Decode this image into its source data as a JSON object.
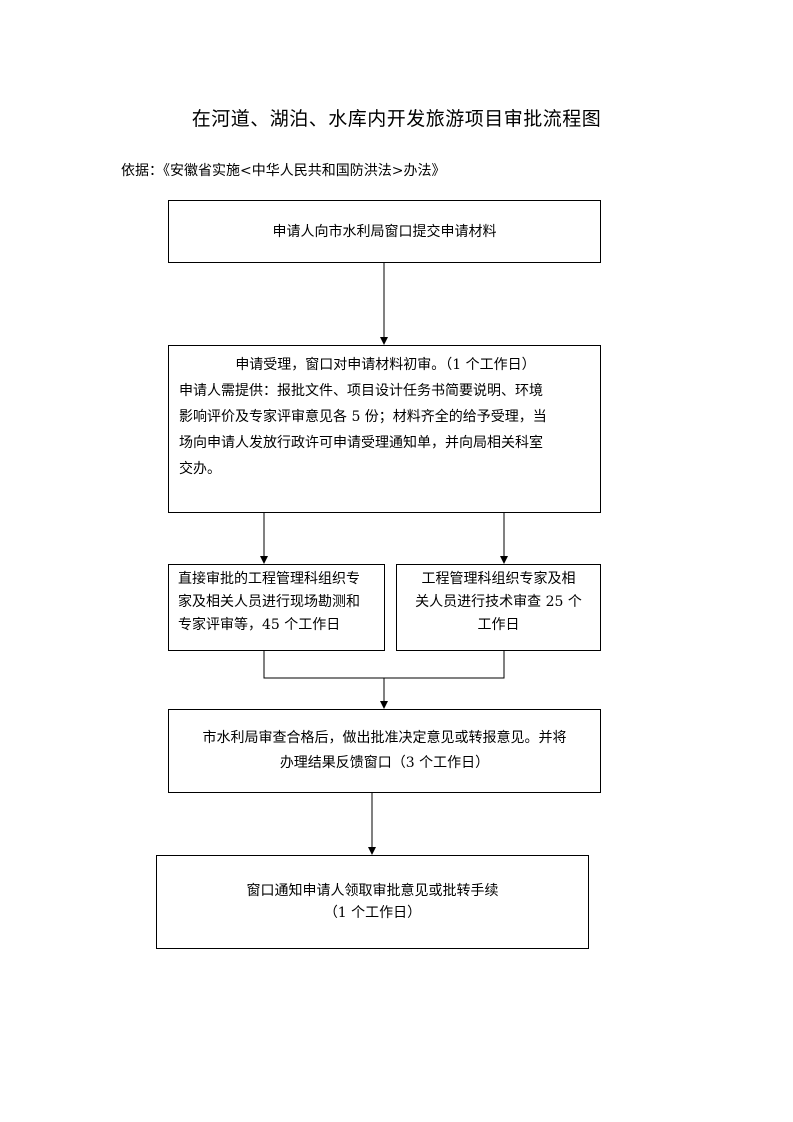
{
  "title": "在河道、湖泊、水库内开发旅游项目审批流程图",
  "basis": "依据：《安徽省实施<中华人民共和国防洪法>办法》",
  "steps": {
    "submit": "申请人向市水利局窗口提交申请材料",
    "accept_lines": [
      "申请受理，窗口对申请材料初审。（1 个工作日）",
      "申请人需提供：报批文件、项目设计任务书简要说明、环境",
      "影响评价及专家评审意见各 5 份；材料齐全的给予受理，当",
      "场向申请人发放行政许可申请受理通知单，并向局相关科室",
      "交办。"
    ],
    "onsite_lines": [
      "直接审批的工程管理科组织专",
      "家及相关人员进行现场勘测和",
      "专家评审等，45 个工作日"
    ],
    "tech_review_lines": [
      "工程管理科组织专家及相",
      "关人员进行技术审查 25 个",
      "工作日"
    ],
    "decision_lines": [
      "市水利局审查合格后，做出批准决定意见或转报意见。并将",
      "办理结果反馈窗口（3 个工作日）"
    ],
    "notify_lines": [
      "窗口通知申请人领取审批意见或批转手续",
      "（1 个工作日）"
    ]
  }
}
